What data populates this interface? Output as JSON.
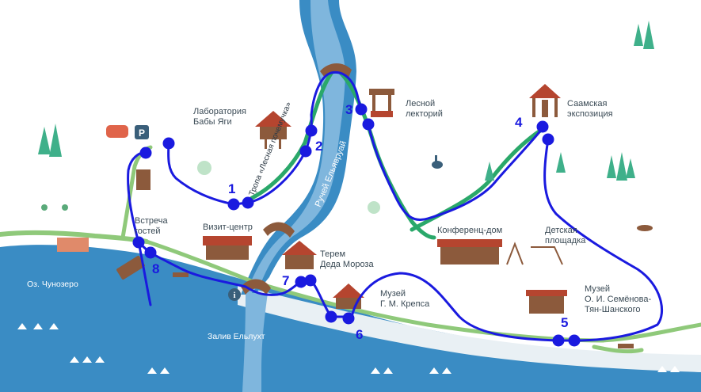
{
  "labels": {
    "lab": [
      "Лаборатория",
      "Бабы Яги"
    ],
    "lectorium": [
      "Лесной",
      "лекторий"
    ],
    "saami": [
      "Саамская",
      "экспозиция"
    ],
    "meeting": [
      "Встреча",
      "гостей"
    ],
    "visit": "Визит-центр",
    "conference": "Конференц-дом",
    "playground": [
      "Детская",
      "площадка"
    ],
    "terem": [
      "Терем",
      "Деда Мороза"
    ],
    "museum_krepsa": [
      "Музей",
      "Г. М. Крепса"
    ],
    "museum_semenov": [
      "Музей",
      "О. И. Семёнова-",
      "Тян-Шанского"
    ],
    "lake": "Оз. Чунозеро",
    "bay": "Залив Ельлухт",
    "stream": "Ручей Ельявруай",
    "trail": "Тропа «Лесная почемучка»",
    "parking": "P",
    "info": "i"
  },
  "stops": [
    "1",
    "2",
    "3",
    "4",
    "5",
    "6",
    "7",
    "8"
  ],
  "colors": {
    "water": "#3a8cc4",
    "water_light": "#7fb6dd",
    "road": "#8fc97a",
    "path": "#2aa86a",
    "route": "#1a1adf",
    "building": "#8c5a3c",
    "roof": "#b5452f",
    "tree": "#3fb08a"
  }
}
